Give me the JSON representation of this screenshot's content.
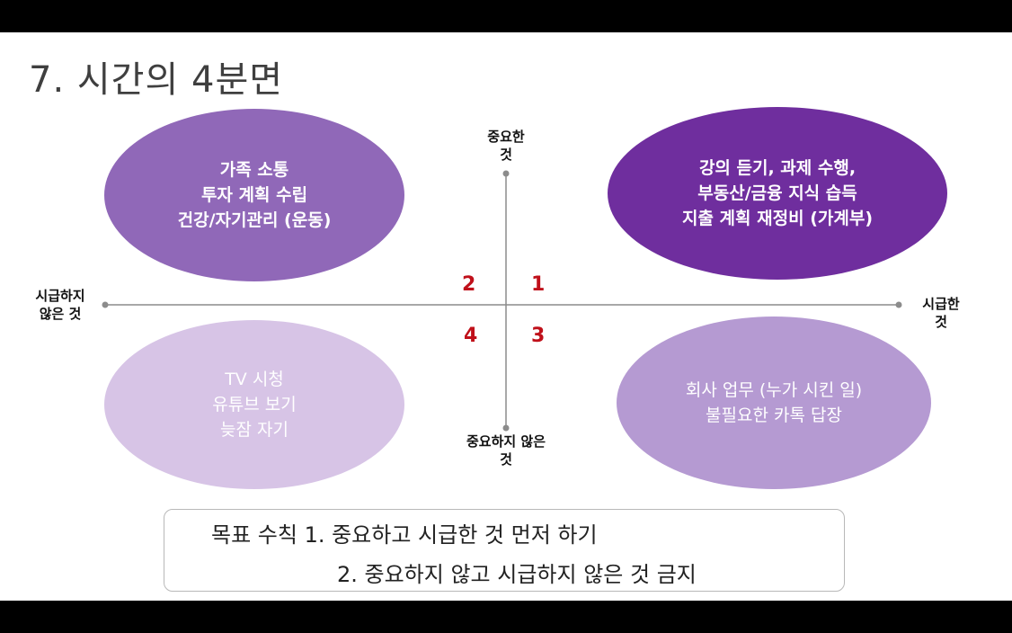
{
  "title": "7. 시간의 4분면",
  "axes": {
    "top_label": [
      "중요한",
      "것"
    ],
    "bottom_label": [
      "중요하지 않은",
      "것"
    ],
    "left_label": [
      "시급하지",
      "않은 것"
    ],
    "right_label": [
      "시급한",
      "것"
    ]
  },
  "quadrant_numbers": {
    "q1": "1",
    "q2": "2",
    "q3": "3",
    "q4": "4"
  },
  "quadrants": {
    "q2": {
      "lines": [
        "가족 소통",
        "투자 계획 수립",
        "건강/자기관리 (운동)"
      ]
    },
    "q1": {
      "lines": [
        "강의 듣기, 과제 수행,",
        "부동산/금융 지식 습득",
        "지출 계획 재정비 (가계부)"
      ]
    },
    "q4": {
      "lines": [
        "TV 시청",
        "유튜브 보기",
        "늦잠 자기"
      ]
    },
    "q3": {
      "lines": [
        "회사 업무 (누가 시킨 일)",
        "불필요한 카톡 답장"
      ]
    }
  },
  "goal": {
    "line1": "목표 수칙 1. 중요하고 시급한 것 먼저 하기",
    "line2": "2. 중요하지 않고 시급하지 않은 것 금지"
  },
  "colors": {
    "q1": "#6f2e9e",
    "q2": "#9068b8",
    "q3": "#b59ad2",
    "q4": "#d7c4e6",
    "quadrant_number": "#c0101a",
    "axis": "#8c8c8c"
  }
}
